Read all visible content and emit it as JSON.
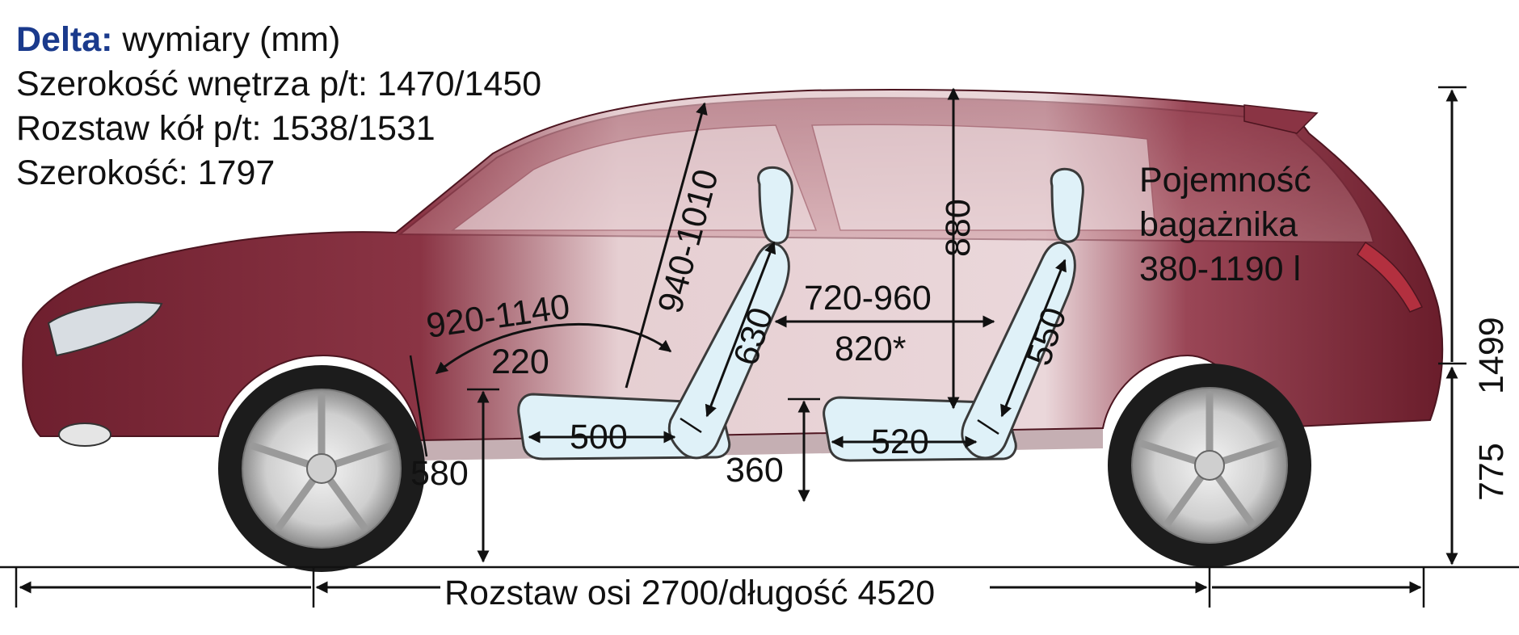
{
  "info": {
    "model": "Delta:",
    "subtitle": "wymiary (mm)",
    "interior_width": "Szerokość wnętrza p/t: 1470/1450",
    "track": "Rozstaw kół p/t: 1538/1531",
    "width": "Szerokość: 1797"
  },
  "labels": {
    "front_headroom": "940-1010",
    "rear_headroom": "880",
    "front_legroom": "920-1140",
    "front_pedal_offset": "220",
    "front_backrest": "630",
    "rear_backrest": "550",
    "rear_legroom": "720-960",
    "rear_legroom_note": "820*",
    "front_seat_depth": "500",
    "rear_seat_depth": "520",
    "front_seat_height": "580",
    "rear_seat_height": "360",
    "trunk_line1": "Pojemność",
    "trunk_line2": "bagażnika",
    "trunk_line3": "380-1190 l",
    "total_height": "1499",
    "lower_height": "775",
    "wheelbase_length": "Rozstaw osi 2700/długość 4520"
  },
  "colors": {
    "body": "#7a2535",
    "body_light": "#c98f97",
    "seat_fill": "#dff1f8",
    "seat_stroke": "#3a3a3a",
    "brand": "#1a3a8c",
    "arrows": "#111111"
  }
}
